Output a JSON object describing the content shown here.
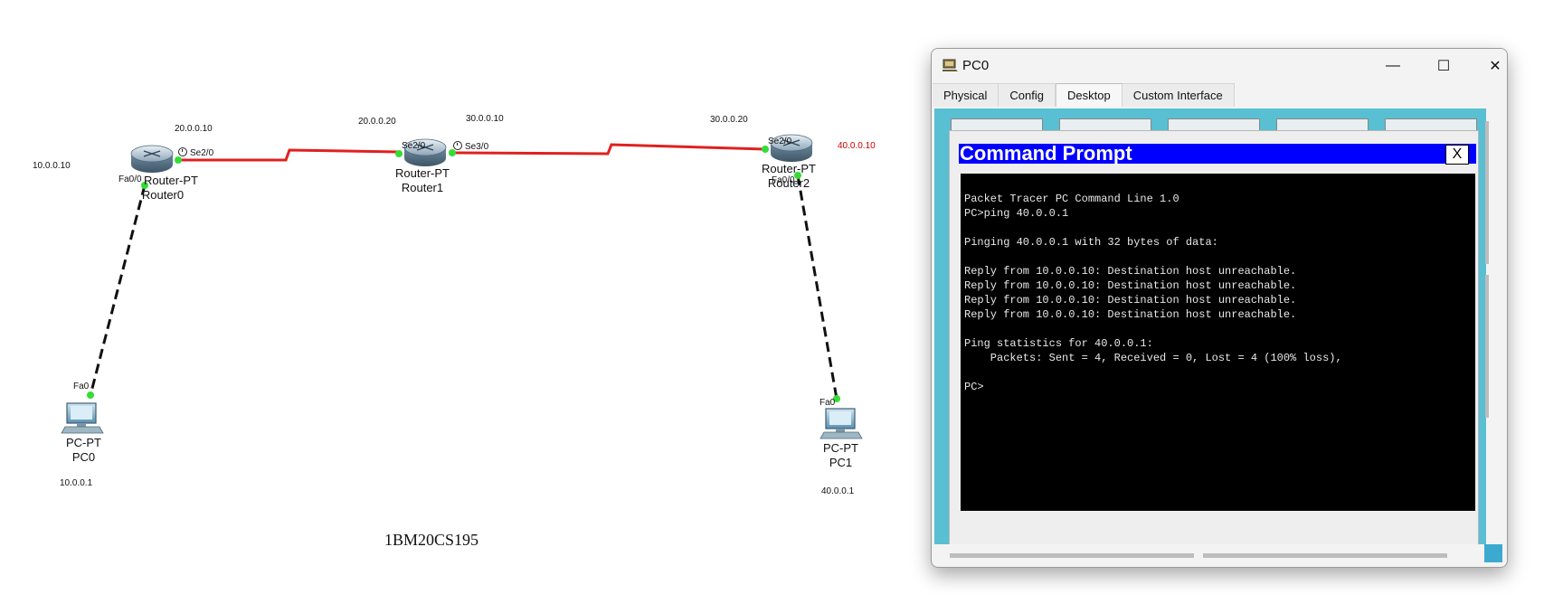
{
  "topology": {
    "devices": {
      "router0": {
        "type": "Router-PT",
        "name": "Router0"
      },
      "router1": {
        "type": "Router-PT",
        "name": "Router1"
      },
      "router2": {
        "type": "Router-PT",
        "name": "Router2"
      },
      "pc0": {
        "type": "PC-PT",
        "name": "PC0"
      },
      "pc1": {
        "type": "PC-PT",
        "name": "PC1"
      }
    },
    "ports": {
      "r0_fa": "Fa0/0",
      "r0_se": "Se2/0",
      "r1_se2": "Se2/0",
      "r1_se3": "Se3/0",
      "r2_se": "Se2/0",
      "r2_fa": "Fa0/0",
      "pc0_fa": "Fa0",
      "pc1_fa": "Fa0"
    },
    "ip_labels": {
      "r0_fa_ip": "10.0.0.10",
      "r0_se_ip": "20.0.0.10",
      "r1_se2_ip": "20.0.0.20",
      "r1_se3_ip": "30.0.0.10",
      "r2_se_ip": "30.0.0.20",
      "r2_fa_ip": "40.0.0.10",
      "pc0_ip": "10.0.0.1",
      "pc1_ip": "40.0.0.1"
    },
    "note": "1BM20CS195",
    "colors": {
      "serial_link": "#e02020",
      "ethernet_link": "#111111",
      "link_light": "#33dd33",
      "r2_ip_label": "#cc0000"
    }
  },
  "window": {
    "title": "PC0",
    "controls": {
      "minimize": "—",
      "maximize": "☐",
      "close": "✕"
    },
    "tabs": [
      "Physical",
      "Config",
      "Desktop",
      "Custom Interface"
    ],
    "active_tab": "Desktop",
    "command_prompt": {
      "title": "Command Prompt",
      "close_label": "X",
      "lines": [
        "Packet Tracer PC Command Line 1.0",
        "PC>ping 40.0.0.1",
        "",
        "Pinging 40.0.0.1 with 32 bytes of data:",
        "",
        "Reply from 10.0.0.10: Destination host unreachable.",
        "Reply from 10.0.0.10: Destination host unreachable.",
        "Reply from 10.0.0.10: Destination host unreachable.",
        "Reply from 10.0.0.10: Destination host unreachable.",
        "",
        "Ping statistics for 40.0.0.1:",
        "    Packets: Sent = 4, Received = 0, Lost = 4 (100% loss),",
        "",
        "PC>"
      ]
    },
    "colors": {
      "desktop_bg": "#59bfd3",
      "prompt_titlebar": "#0000ff",
      "console_bg": "#000000"
    }
  }
}
